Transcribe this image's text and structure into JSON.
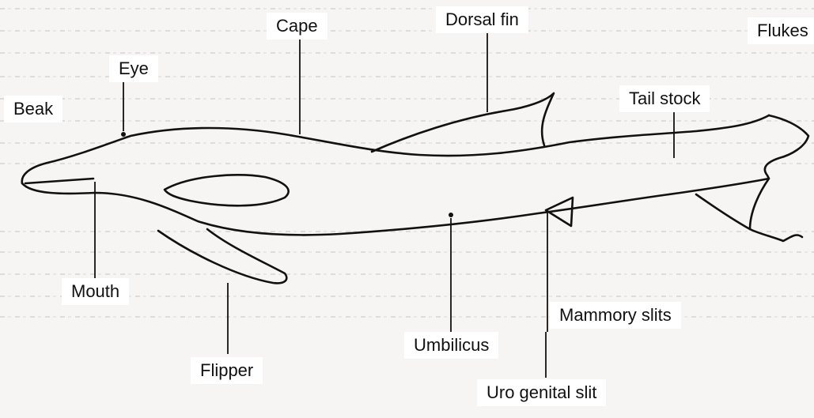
{
  "diagram": {
    "labels": {
      "beak": "Beak",
      "eye": "Eye",
      "cape": "Cape",
      "dorsal_fin": "Dorsal fin",
      "flukes": "Flukes",
      "tail_stock": "Tail stock",
      "mouth": "Mouth",
      "flipper": "Flipper",
      "umbilicus": "Umbilicus",
      "mammory_slits": "Mammory slits",
      "uro_genital_slit": "Uro genital slit"
    }
  }
}
